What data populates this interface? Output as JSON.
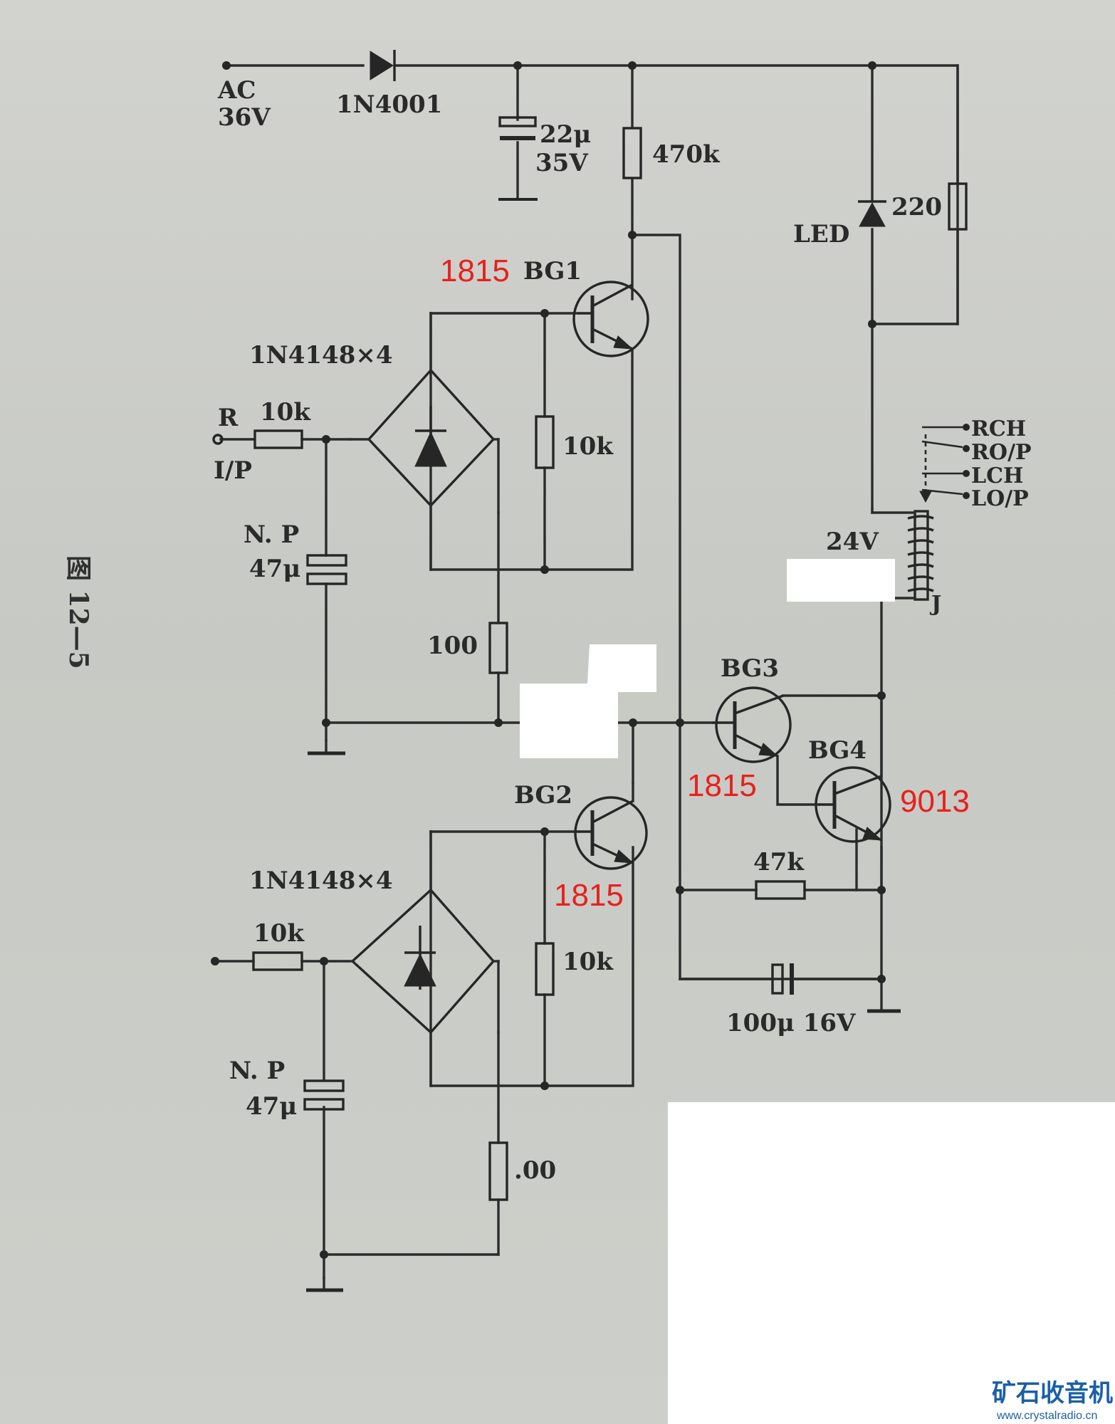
{
  "figure_caption": "图 12—5",
  "power": {
    "input": [
      "AC",
      "36V"
    ],
    "diode": "1N4001",
    "cap": [
      "22μ",
      "35V"
    ],
    "bias_resistor": "470k"
  },
  "indicator": {
    "led": "LED",
    "resistor": "220"
  },
  "relay": {
    "voltage": "24V",
    "coil_tag": "J",
    "contacts": [
      "RCH",
      "RO/P",
      "LCH",
      "LO/P"
    ]
  },
  "channel_top": {
    "input": [
      "R",
      "I/P"
    ],
    "in_resistor": "10k",
    "np_cap": [
      "N. P",
      "47μ"
    ],
    "bridge": "1N4148×4",
    "base_resistor": "10k",
    "series_resistor": "100"
  },
  "channel_bottom": {
    "in_resistor": "10k",
    "np_cap": [
      "N. P",
      "47μ"
    ],
    "bridge": "1N4148×4",
    "base_resistor": "10k",
    "series_resistor": ".00"
  },
  "transistors": {
    "bg1": {
      "name": "BG1",
      "type": "1815"
    },
    "bg2": {
      "name": "BG2",
      "type": "1815"
    },
    "bg3": {
      "name": "BG3",
      "type": "1815"
    },
    "bg4": {
      "name": "BG4",
      "type": "9013"
    }
  },
  "driver": {
    "resistor": "47k",
    "cap": "100μ 16V"
  },
  "watermark": {
    "brand": "矿石收音机",
    "url": "www.crystalradio.cn"
  }
}
